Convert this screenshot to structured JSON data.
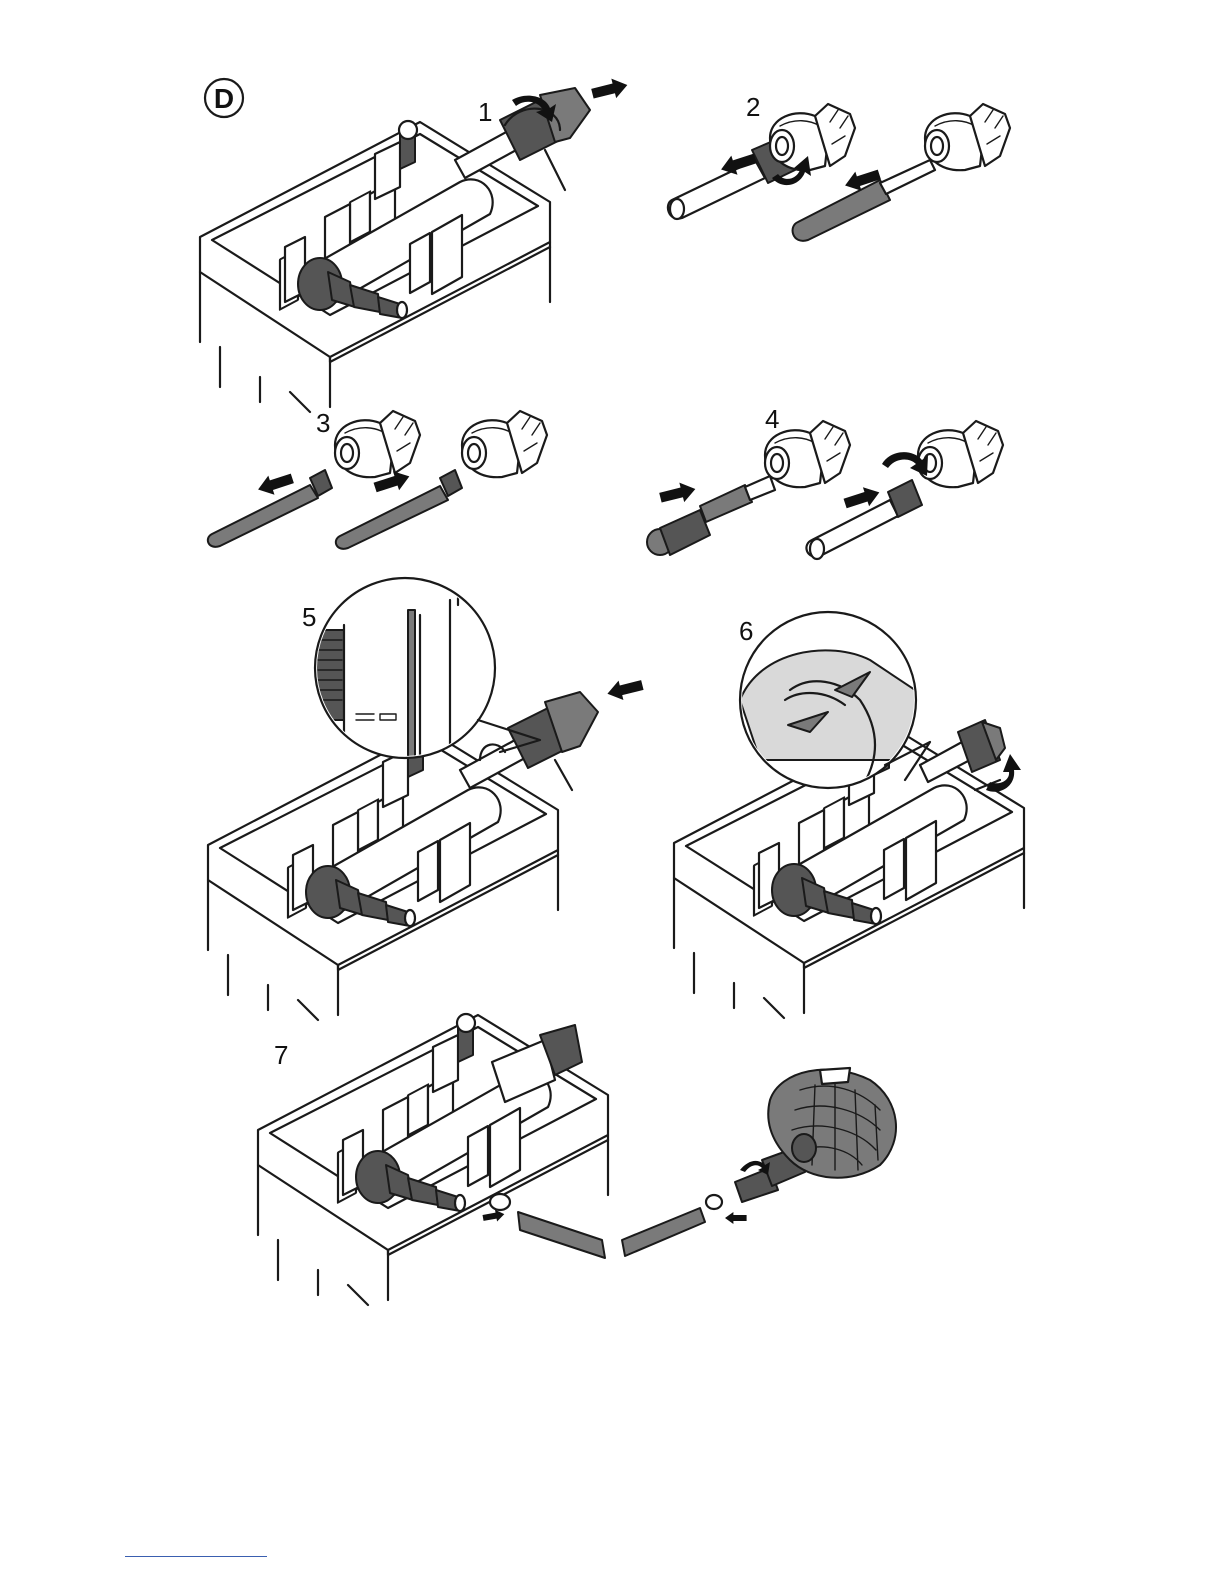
{
  "section": {
    "letter": "D"
  },
  "steps": [
    {
      "id": 1,
      "label": "1"
    },
    {
      "id": 2,
      "label": "2"
    },
    {
      "id": 3,
      "label": "3"
    },
    {
      "id": 4,
      "label": "4"
    },
    {
      "id": 5,
      "label": "5"
    },
    {
      "id": 6,
      "label": "6"
    },
    {
      "id": 7,
      "label": "7"
    }
  ],
  "colors": {
    "line": "#1a1a1a",
    "part_dark": "#555555",
    "part_grey": "#7a7a7a",
    "footer_rule": "#3a5fb0"
  }
}
